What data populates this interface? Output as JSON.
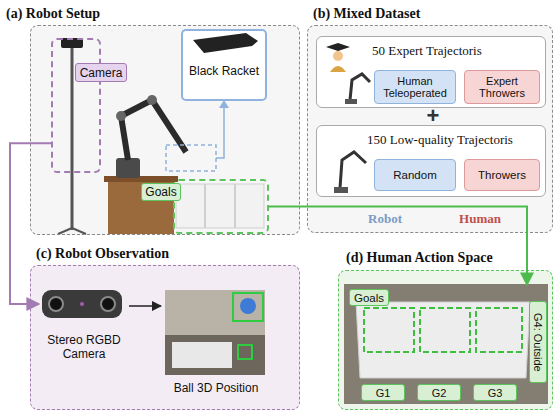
{
  "diagram": {
    "nodes": [
      {
        "text": [
          "(a) Robot Setup"
        ]
      },
      {
        "text": [
          "Camera"
        ],
        "in": 0
      },
      {
        "text": [
          "Black Racket"
        ],
        "in": 0
      },
      {
        "text": [
          "Goals"
        ],
        "in": 0
      },
      {
        "text": [
          "(b) Mixed Dataset"
        ]
      },
      {
        "text": [
          "50 Expert Trajectoris"
        ],
        "in": 4
      },
      {
        "text": [
          "Human Teleoperated"
        ],
        "in": 5
      },
      {
        "text": [
          "Expert Throwers"
        ],
        "in": 5
      },
      {
        "text": [
          "150 Low-quality Trajectoris"
        ],
        "in": 4
      },
      {
        "text": [
          "Random"
        ],
        "in": 8
      },
      {
        "text": [
          "Throwers"
        ],
        "in": 8
      },
      {
        "text": [
          "(c) Robot Observation"
        ]
      },
      {
        "text": [
          "Stereo RGBD Camera"
        ],
        "in": 11
      },
      {
        "text": [
          "Ball 3D Position"
        ],
        "in": 11
      },
      {
        "text": [
          "(d) Human Action Space"
        ]
      },
      {
        "text": [
          "Goals"
        ],
        "in": 14
      },
      {
        "text": [
          "G1"
        ],
        "in": 15
      },
      {
        "text": [
          "G2"
        ],
        "in": 15
      },
      {
        "text": [
          "G3"
        ],
        "in": 15
      },
      {
        "text": [
          "G4: Outside"
        ],
        "in": 15
      }
    ],
    "edges": [
      {
        "from": 1,
        "to": 12,
        "arrow": "to"
      },
      {
        "from": 3,
        "to": 15,
        "arrow": "to"
      },
      {
        "from": 12,
        "to": 13,
        "arrow": "to"
      }
    ],
    "labels": [
      "+",
      "Robot",
      "Human"
    ]
  }
}
